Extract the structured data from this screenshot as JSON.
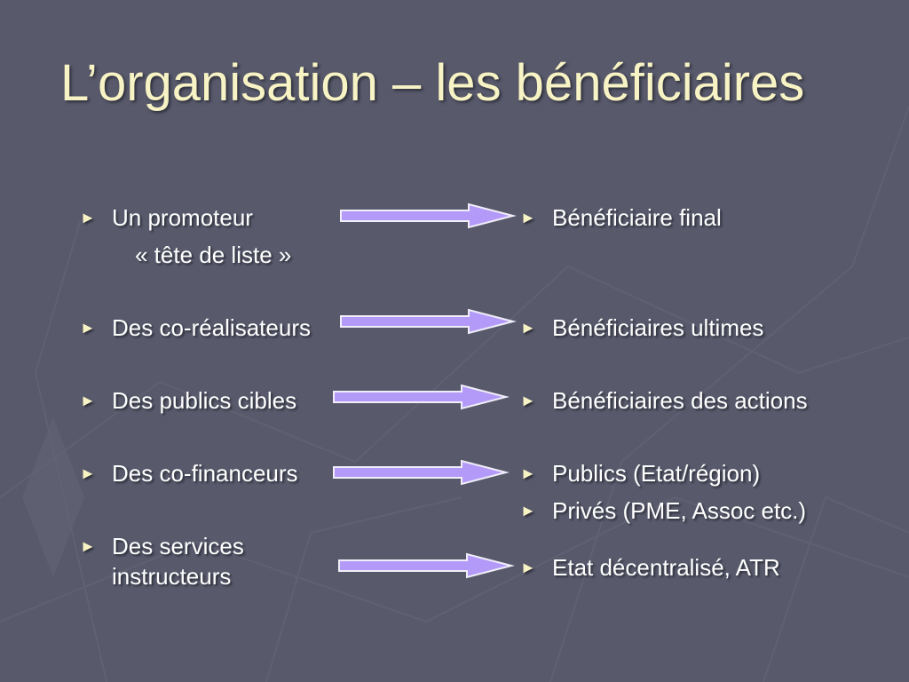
{
  "slide": {
    "title": "L’organisation – les bénéficiaires",
    "bullet_glyph": "►",
    "colors": {
      "background": "#585a6c",
      "title": "#f7f3c4",
      "arrow_fill": "#b49af8",
      "arrow_stroke": "#f0eef8"
    },
    "left_items": [
      {
        "line1": "Un promoteur",
        "line2": "« tête de liste »"
      },
      {
        "line1": "Des co-réalisateurs"
      },
      {
        "line1": "Des publics cibles"
      },
      {
        "line1": "Des co-financeurs"
      },
      {
        "line1": "Des services",
        "line2": "instructeurs"
      }
    ],
    "right_items": [
      "Bénéficiaire final",
      "Bénéficiaires ultimes",
      "Bénéficiaires des actions",
      "Publics (Etat/région)",
      "Privés (PME, Assoc etc.)",
      "Etat décentralisé, ATR"
    ]
  }
}
